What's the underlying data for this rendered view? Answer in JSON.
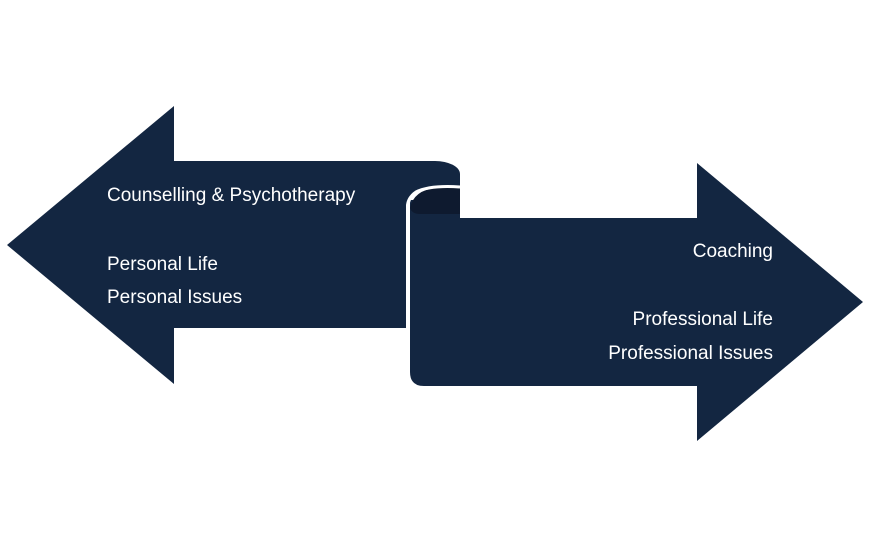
{
  "diagram": {
    "type": "double-arrow-scroll",
    "colors": {
      "arrow_fill": "#132641",
      "fold_inner": "#0e1a2f",
      "outline": "#ffffff",
      "text": "#ffffff",
      "background": "#ffffff"
    },
    "left_arrow": {
      "direction": "left",
      "title": "Counselling & Psychotherapy",
      "lines": [
        "Personal Life",
        "Personal Issues"
      ]
    },
    "right_arrow": {
      "direction": "right",
      "title": "Coaching",
      "lines": [
        "Professional Life",
        "Professional Issues"
      ]
    }
  }
}
